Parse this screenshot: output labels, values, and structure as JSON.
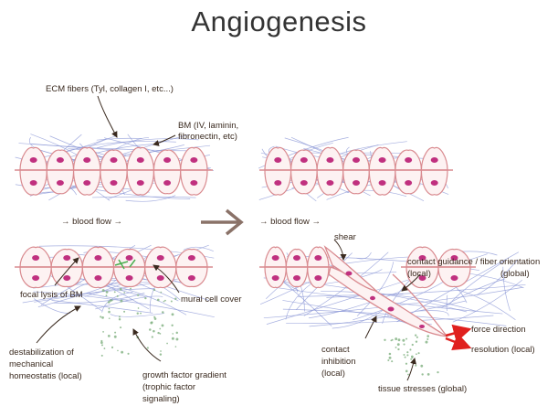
{
  "title": "Angiogenesis",
  "colors": {
    "cell_outline": "#d98a8f",
    "cell_fill": "#fdf2f2",
    "nucleus": "#c0307f",
    "fiber": "#8a96d6",
    "label": "#3a2a1f",
    "main_arrow": "#8a7268",
    "force_arrow": "#e0201e",
    "growth_factor": "#7fb07f"
  },
  "labels": {
    "ecm_fibers": "ECM fibers (Tyl, collagen I, etc...)",
    "bm_1": "BM (IV, laminin,",
    "bm_2": "fibronectin, etc)",
    "blood_flow_left": "→ blood flow →",
    "blood_flow_right": "→ blood flow →",
    "shear": "shear",
    "focal_lysis": "focal lysis of BM",
    "mural_cell_cover": "mural cell cover",
    "destabilization_1": "destabilization of",
    "destabilization_2": "mechanical",
    "destabilization_3": "homeostatis (local)",
    "growth_factor_1": "growth factor gradient",
    "growth_factor_2": "(trophic factor",
    "growth_factor_3": "signaling)",
    "contact_guidance": "contact guidance / fiber orientation",
    "contact_guidance_local": "(local)",
    "contact_guidance_global": "(global)",
    "contact_inhibition_1": "contact",
    "contact_inhibition_2": "inhibition",
    "contact_inhibition_3": "(local)",
    "force_direction": "force direction",
    "resolution": "resolution (local)",
    "tissue_stresses": "tissue stresses (global)"
  }
}
